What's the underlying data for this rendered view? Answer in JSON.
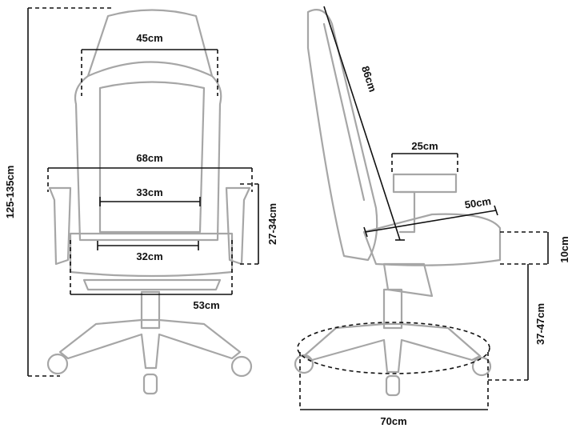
{
  "front_view": {
    "total_height": "125-135cm",
    "headrest_width": "45cm",
    "armrest_span": "68cm",
    "backrest_width": "33cm",
    "seat_width": "32cm",
    "seat_base_width": "53cm",
    "armrest_height": "27-34cm"
  },
  "side_view": {
    "backrest_height": "86cm",
    "armrest_length": "25cm",
    "seat_depth": "50cm",
    "seat_thickness": "10cm",
    "seat_height": "37-47cm",
    "base_diameter": "70cm"
  },
  "colors": {
    "chair_outline": "#a6a6a6",
    "dimension": "#111111"
  }
}
